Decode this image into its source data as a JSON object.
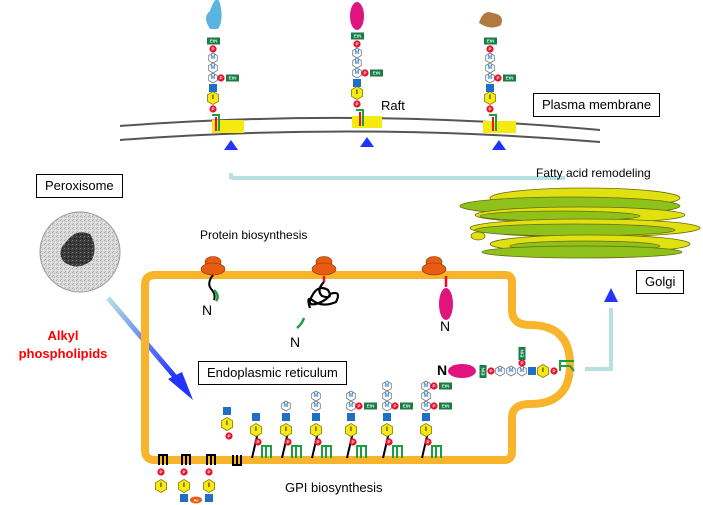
{
  "labels": {
    "plasma_membrane": "Plasma membrane",
    "raft": "Raft",
    "fatty_acid_remodeling": "Fatty acid remodeling",
    "peroxisome": "Peroxisome",
    "protein_biosynthesis": "Protein biosynthesis",
    "golgi": "Golgi",
    "alkyl_phospholipids_line1": "Alkyl",
    "alkyl_phospholipids_line2": "phospholipids",
    "endoplasmic_reticulum": "Endoplasmic reticulum",
    "gpi_biosynthesis": "GPI biosynthesis",
    "n_terminus": "N"
  },
  "glyphs": {
    "mannose": "M",
    "phosphate": "P",
    "ethanolamine_phosphate": "EtN",
    "inositol": "I",
    "acyl": "Ac"
  },
  "colors": {
    "er_membrane": "#f8b42a",
    "ribosome": "#e85c12",
    "phosphate": "#e8102a",
    "etn": "#1e7a45",
    "inositol": "#f7e914",
    "glcn": "#1f6fc4",
    "mannose_stroke": "#777777",
    "mannose_text": "#3a8bd8",
    "lipid_green": "#1aa040",
    "raft_yellow": "#f5ea10",
    "arrow_blue": "#2233ff",
    "arrow_light": "#b7e0e2",
    "protein_magenta": "#e0147f",
    "protein_blue": "#5ab4e0",
    "protein_brown": "#b07a42",
    "golgi_green": "#8ec21a",
    "golgi_yellow": "#e1e010",
    "alkyl_red": "#ff0000"
  }
}
